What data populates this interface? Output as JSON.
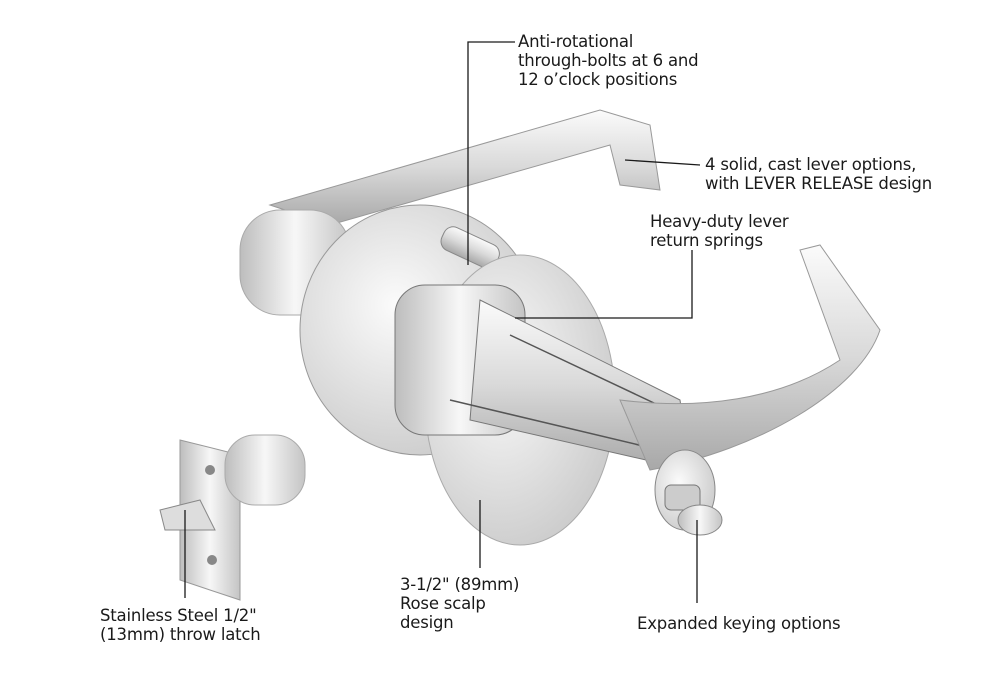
{
  "callouts": {
    "through_bolts": [
      "Anti-rotational",
      "through-bolts at 6 and",
      "12 o’clock positions"
    ],
    "lever_options": [
      "4 solid, cast lever options,",
      "with LEVER RELEASE design"
    ],
    "return_springs": [
      "Heavy-duty lever",
      "return springs"
    ],
    "latch": [
      "Stainless Steel 1/2\"",
      "(13mm) throw latch"
    ],
    "rose": [
      "3-1/2\" (89mm)",
      "Rose scalp",
      "design"
    ],
    "keying": [
      "Expanded keying options"
    ]
  },
  "colors": {
    "line": "#1a1a1a",
    "metal_light": "#f2f2f2",
    "metal_mid": "#cfcfcf",
    "metal_dark": "#9a9a9a"
  }
}
